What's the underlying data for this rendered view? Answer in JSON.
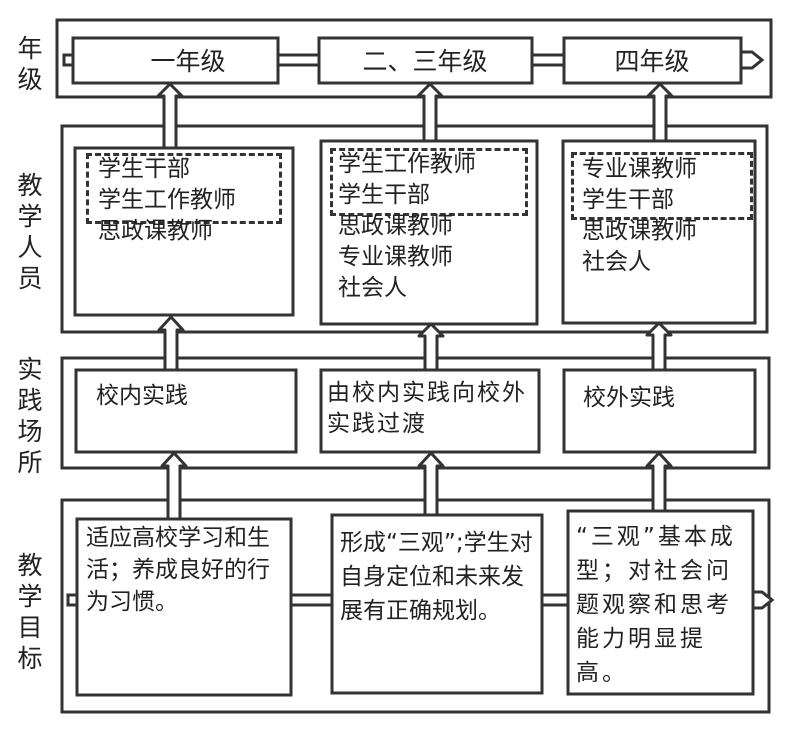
{
  "rows": {
    "grade": {
      "label": "年级"
    },
    "staff": {
      "label": "教学人员"
    },
    "venue": {
      "label": "实践场所"
    },
    "goal": {
      "label": "教学目标"
    }
  },
  "grades": [
    "一年级",
    "二、三年级",
    "四年级"
  ],
  "staff": [
    {
      "lines": [
        "学生干部",
        "学生工作教师",
        "思政课教师"
      ]
    },
    {
      "lines": [
        "学生工作教师",
        "学生干部",
        "思政课教师",
        "专业课教师",
        "社会人"
      ]
    },
    {
      "lines": [
        "专业课教师",
        "学生干部",
        "思政课教师",
        "社会人"
      ]
    }
  ],
  "venues": [
    "校内实践",
    "由校内实践向校外实践过渡",
    "校外实践"
  ],
  "goals": [
    "适应高校学习和生活；养成良好的行为习惯。",
    "形成“三观”;学生对自身定位和未来发展有正确规划。",
    "“三观”基本成型；对社会问题观察和思考能力明显提高。"
  ],
  "colors": {
    "stroke": "#333333",
    "fill": "#ffffff"
  }
}
